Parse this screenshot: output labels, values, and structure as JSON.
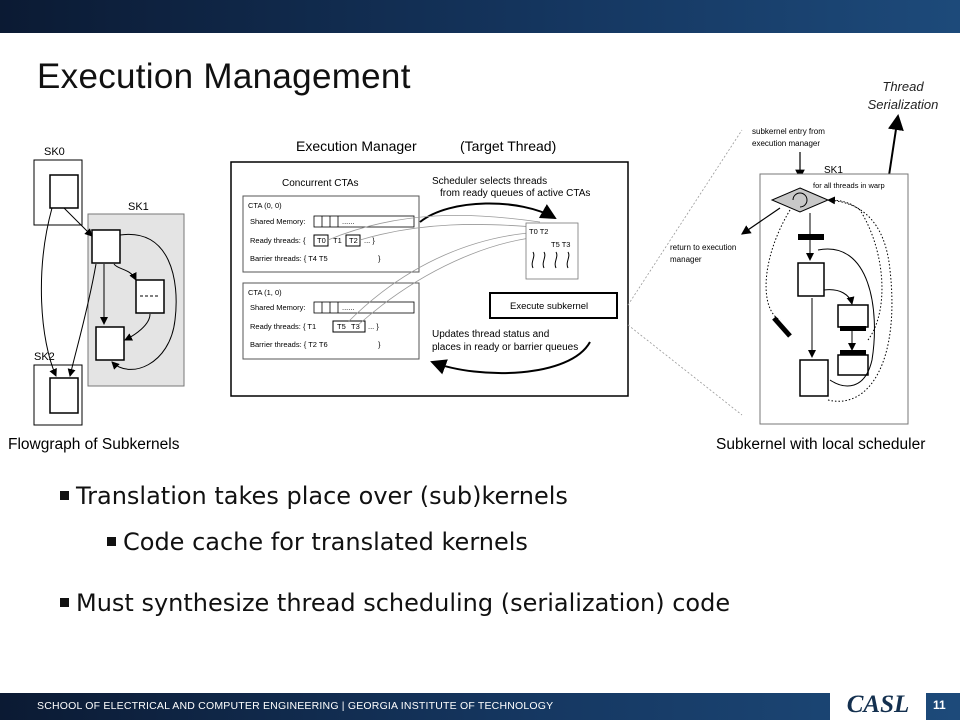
{
  "slide": {
    "title": "Execution Management",
    "thread_serialization_label_line1": "Thread",
    "thread_serialization_label_line2": "Serialization"
  },
  "figure": {
    "flowgraph": {
      "sk0": "SK0",
      "sk1": "SK1",
      "sk2": "SK2",
      "caption": "Flowgraph of Subkernels"
    },
    "execution_manager": {
      "title": "Execution Manager",
      "subtitle": "(Target Thread)",
      "concurrent_ctas": "Concurrent CTAs",
      "cta0": {
        "label": "CTA (0, 0)",
        "shared_memory": "Shared Memory:",
        "ready_threads_prefix": "Ready threads: {",
        "ready_t0": "T0",
        "ready_t1": "T1",
        "ready_t2": "T2",
        "ready_suffix": "...    }",
        "barrier_threads": "Barrier threads: {  T4   T5",
        "barrier_close": "}"
      },
      "cta1": {
        "label": "CTA (1, 0)",
        "shared_memory": "Shared Memory:",
        "ready_threads_prefix": "Ready threads: {  T1",
        "ready_t5": "T5",
        "ready_t3": "T3",
        "ready_suffix": "...    }",
        "barrier_threads": "Barrier threads: {  T2   T6",
        "barrier_close": "}"
      },
      "scheduler_note_line1": "Scheduler selects threads",
      "scheduler_note_line2": "from ready queues of active CTAs",
      "selected_threads_top": "T0  T2",
      "selected_threads_bottom": "T5  T3",
      "execute_subkernel": "Execute subkernel",
      "update_note_line1": "Updates thread status and",
      "update_note_line2": "places in ready or barrier queues",
      "dots": "......"
    },
    "local_scheduler": {
      "entry_note_line1": "subkernel entry from",
      "entry_note_line2": "execution manager",
      "sk1": "SK1",
      "all_threads": "for all threads in warp",
      "return_note_line1": "return to execution",
      "return_note_line2": "manager",
      "caption": "Subkernel with local scheduler"
    }
  },
  "bullets": [
    "Translation takes place over (sub)kernels",
    "Code cache for translated kernels",
    "Must synthesize thread scheduling (serialization) code"
  ],
  "footer": {
    "text": "SCHOOL OF ELECTRICAL AND COMPUTER ENGINEERING | GEORGIA INSTITUTE OF TECHNOLOGY",
    "logo": "CASL",
    "page_number": "11"
  },
  "colors": {
    "banner_dark": "#0b1a33",
    "banner_mid": "#153761",
    "logo_text": "#14304f"
  }
}
